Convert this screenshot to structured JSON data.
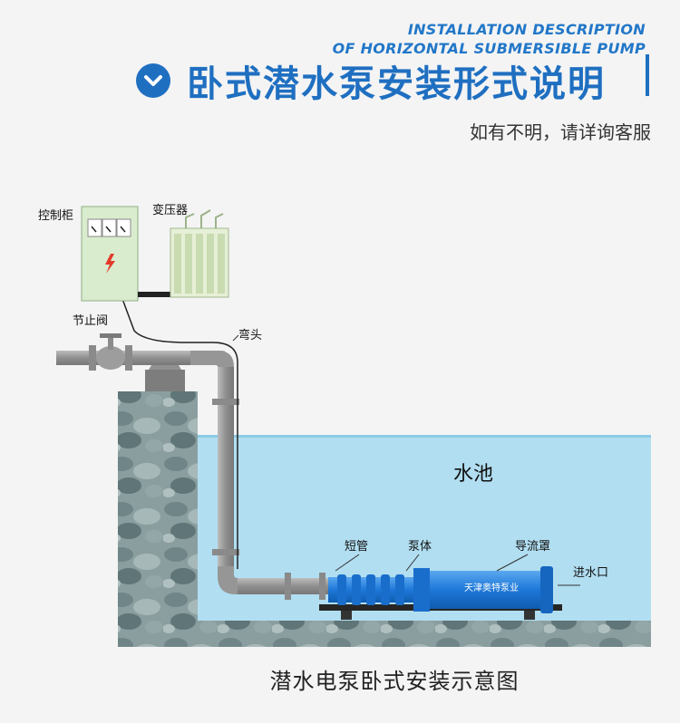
{
  "header": {
    "en_line1": "INSTALLATION DESCRIPTION",
    "en_line2": "OF HORIZONTAL SUBMERSIBLE PUMP",
    "cn_title": "卧式潜水泵安装形式说明",
    "subtitle": "如有不明，请详询客服",
    "accent_color": "#1f6fc1"
  },
  "labels": {
    "control_cabinet": "控制柜",
    "transformer": "变压器",
    "stop_valve": "节止阀",
    "elbow": "弯头",
    "pool": "水池",
    "short_pipe": "短管",
    "pump_body": "泵体",
    "flow_cover": "导流罩",
    "water_inlet": "进水口",
    "brand_on_pump": "天津奥特泵业"
  },
  "caption": "潜水电泵卧式安装示意图",
  "colors": {
    "water": "#aeddf0",
    "pump": "#2a7fd6",
    "pipe": "#9a9a9a",
    "rock": "#7f9597"
  }
}
